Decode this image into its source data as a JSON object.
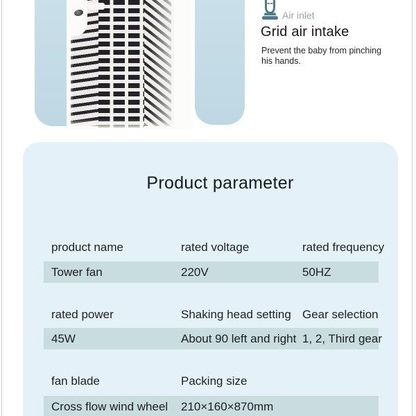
{
  "colors": {
    "card_blue": "#bed8e3",
    "card_blue_light": "#cbe0ea",
    "panel_blue": "#e4f1f8",
    "stripe": "#c9dde1",
    "accent_teal": "#4f7a87"
  },
  "hero": {
    "air_inlet_label": "Air inlet",
    "title": "Grid air intake",
    "description": "Prevent the baby from pinching\nhis hands."
  },
  "panel": {
    "title": "Product parameter",
    "groups": [
      {
        "headers": [
          "product name",
          "rated voltage",
          "rated frequency"
        ],
        "values": [
          "Tower fan",
          "220V",
          "50HZ"
        ]
      },
      {
        "headers": [
          "rated power",
          "Shaking head setting",
          "Gear selection"
        ],
        "values": [
          "45W",
          "About 90 left and right",
          "1, 2, Third gear"
        ]
      },
      {
        "headers": [
          "fan blade",
          "Packing size"
        ],
        "values": [
          "Cross flow wind wheel",
          "210×160×870mm"
        ]
      }
    ]
  }
}
